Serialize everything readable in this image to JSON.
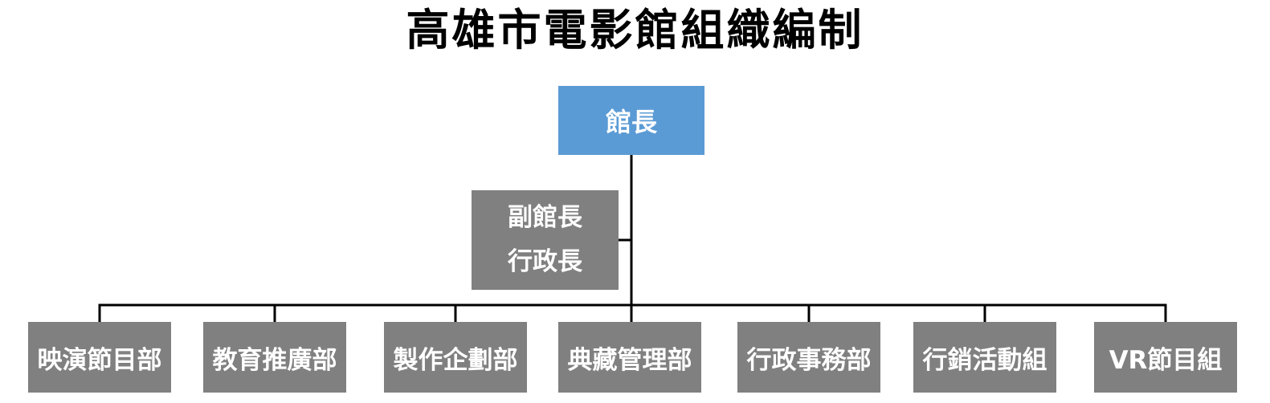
{
  "title": "高雄市電影館組織編制",
  "colors": {
    "director_fill": "#5B9BD5",
    "department_fill": "#808080",
    "box_text": "#FFFFFF",
    "line": "#000000",
    "title_text": "#000000",
    "background": "#FFFFFF"
  },
  "org": {
    "director": {
      "label": "館長"
    },
    "deputy": {
      "lines": [
        "副館長",
        "行政長"
      ]
    },
    "departments": [
      {
        "label": "映演節目部"
      },
      {
        "label": "教育推廣部"
      },
      {
        "label": "製作企劃部"
      },
      {
        "label": "典藏管理部"
      },
      {
        "label": "行政事務部"
      },
      {
        "label": "行銷活動組"
      },
      {
        "label": "VR節目組"
      }
    ]
  }
}
